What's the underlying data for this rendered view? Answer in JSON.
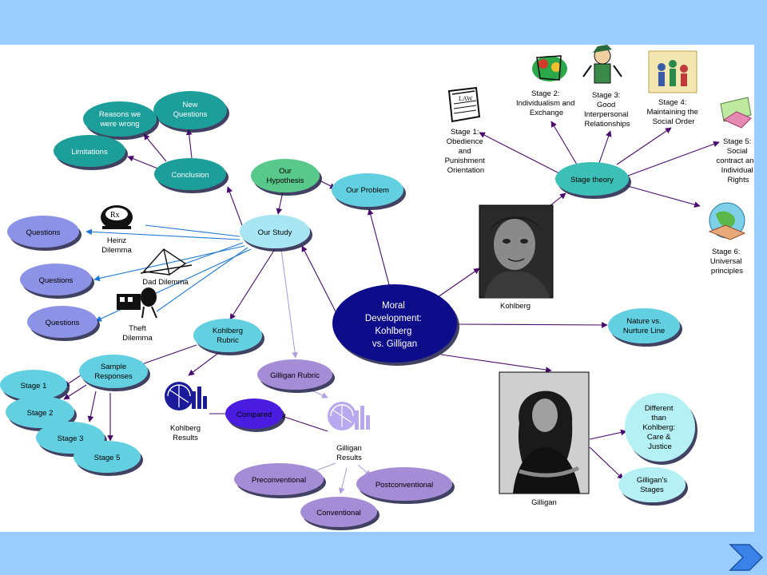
{
  "colors": {
    "band": "#99CCFF",
    "teal_node": "#1F9E9A",
    "green_node": "#58C98B",
    "cyan_node": "#64D0E2",
    "blue_node": "#8C93E6",
    "purple_node": "#A58CD6",
    "dark_purple_node": "#4A1EE0",
    "center_node": "#0A0A8C",
    "edge_dark": "#4B0A6E",
    "edge_blue": "#1E78D8",
    "edge_light": "#B09EE0"
  },
  "nodes": {
    "center": [
      "Moral",
      "Development:",
      "Kohlberg",
      "vs. Gilligan"
    ],
    "new_questions": [
      "New",
      "Questions"
    ],
    "reasons_wrong": [
      "Reasons we",
      "were wrong"
    ],
    "limitations": [
      "Limitations"
    ],
    "conclusion": [
      "Conclusion"
    ],
    "our_hypothesis": [
      "Our",
      "Hypothesis"
    ],
    "our_problem": [
      "Our Problem"
    ],
    "our_study": [
      "Our Study"
    ],
    "questions_1": [
      "Questions"
    ],
    "questions_2": [
      "Questions"
    ],
    "questions_3": [
      "Questions"
    ],
    "kohlberg_rubric": [
      "Kohlberg",
      "Rubric"
    ],
    "gilligan_rubric": [
      "Gilligan Rubric"
    ],
    "sample_responses": [
      "Sample",
      "Responses"
    ],
    "stage_1": [
      "Stage 1"
    ],
    "stage_2": [
      "Stage 2"
    ],
    "stage_3": [
      "Stage 3"
    ],
    "stage_5": [
      "Stage 5"
    ],
    "compared": [
      "Compared"
    ],
    "preconventional": [
      "Preconventional"
    ],
    "postconventional": [
      "Postconventional"
    ],
    "conventional": [
      "Conventional"
    ],
    "stage_theory": [
      "Stage theory"
    ],
    "nature_nurture": [
      "Nature vs.",
      "Nurture Line"
    ],
    "different_than": [
      "Different",
      "than",
      "Kohlberg:",
      "Care &",
      "Justice"
    ],
    "gilligans_stages": [
      "Gilligan's",
      "Stages"
    ]
  },
  "labels": {
    "heinz": [
      "Heinz",
      "Dilemma"
    ],
    "dad": [
      "Dad Dilemma"
    ],
    "theft": [
      "Theft",
      "Dilemma"
    ],
    "kohlberg_results": [
      "Kohlberg",
      "Results"
    ],
    "gilligan_results": [
      "Gilligan",
      "Results"
    ],
    "kohlberg_photo": [
      "Kohlberg"
    ],
    "gilligan_photo": [
      "Gilligan"
    ],
    "kstage1": [
      "Stage 1:",
      "Obedience",
      "and",
      "Punishment",
      "Orientation"
    ],
    "kstage2": [
      "Stage 2:",
      "Individualism and",
      "Exchange"
    ],
    "kstage3": [
      "Stage 3:",
      "Good",
      "Interpersonal",
      "Relationships"
    ],
    "kstage4": [
      "Stage 4:",
      "Maintaining the",
      "Social Order"
    ],
    "kstage5": [
      "Stage 5:",
      "Social",
      "contract and",
      "Individual",
      "Rights"
    ],
    "kstage6": [
      "Stage 6:",
      "Universal",
      "principles"
    ]
  },
  "law_icon_text": "LAW",
  "rx_icon_text": "Rx"
}
